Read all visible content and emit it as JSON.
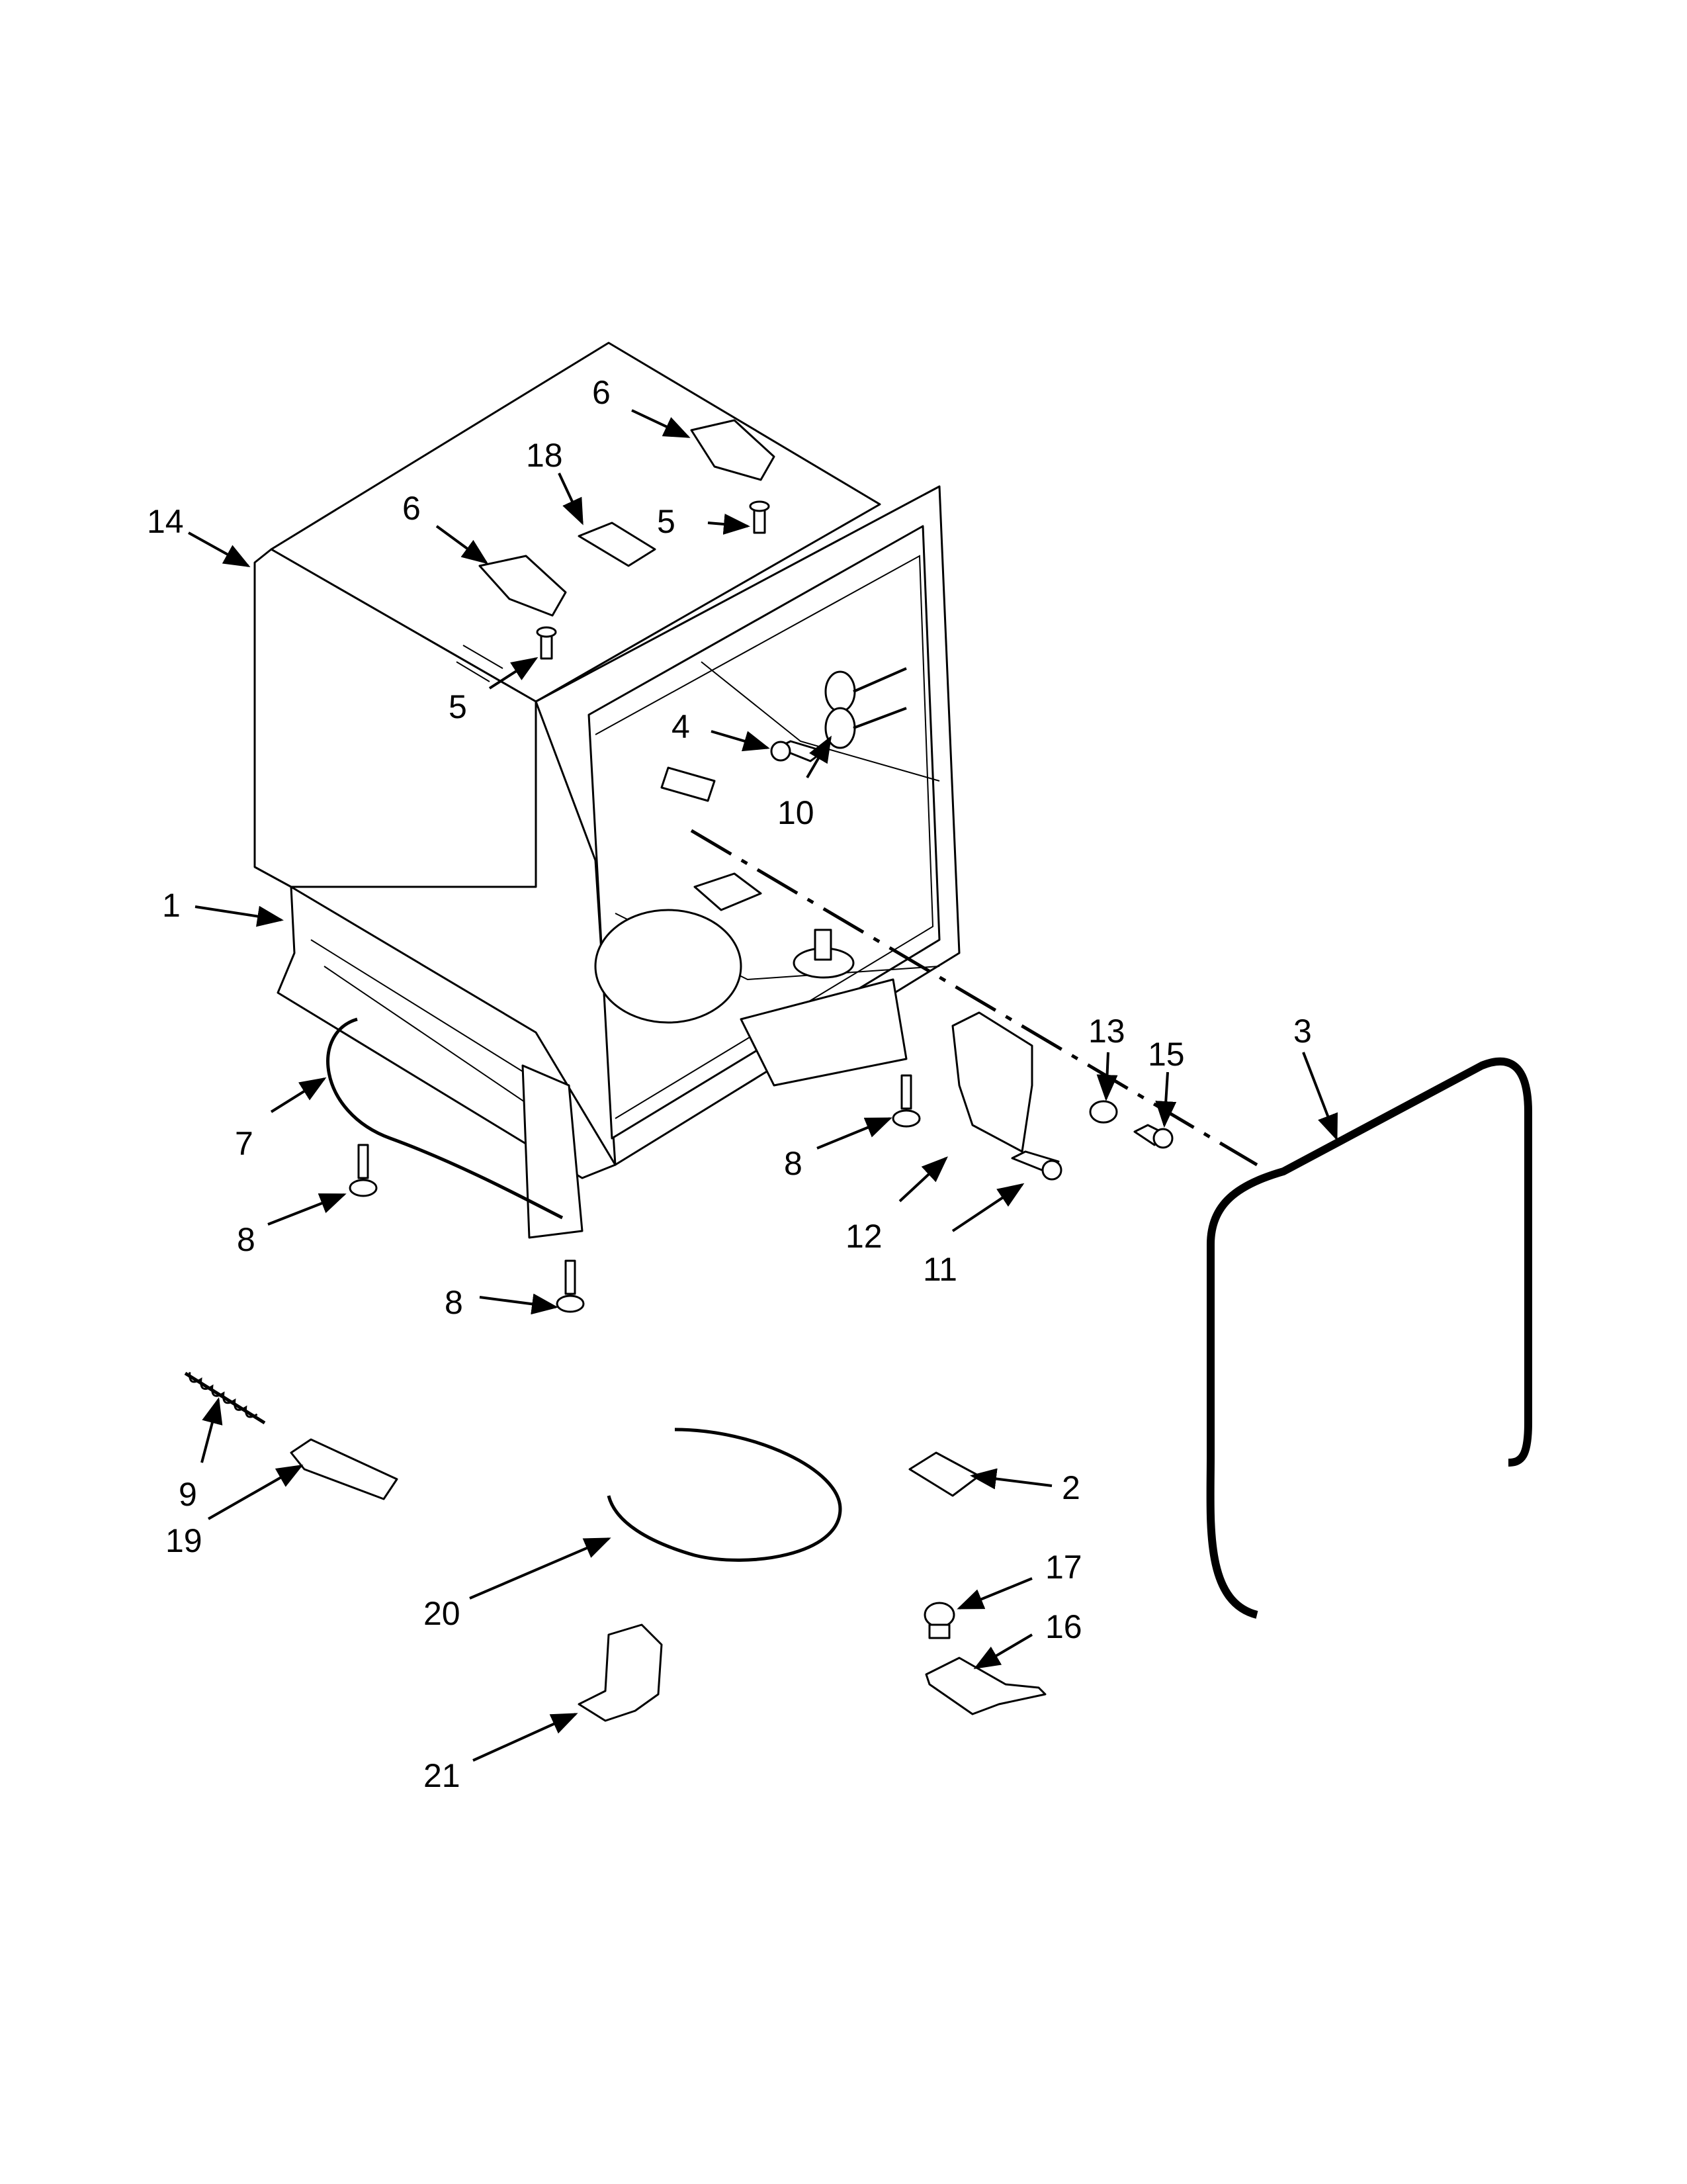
{
  "callouts": [
    {
      "id": "c14",
      "label": "14"
    },
    {
      "id": "c6a",
      "label": "6"
    },
    {
      "id": "c18",
      "label": "18"
    },
    {
      "id": "c6b",
      "label": "6"
    },
    {
      "id": "c5a",
      "label": "5"
    },
    {
      "id": "c5b",
      "label": "5"
    },
    {
      "id": "c4",
      "label": "4"
    },
    {
      "id": "c10",
      "label": "10"
    },
    {
      "id": "c1",
      "label": "1"
    },
    {
      "id": "c13",
      "label": "13"
    },
    {
      "id": "c3",
      "label": "3"
    },
    {
      "id": "c15",
      "label": "15"
    },
    {
      "id": "c7",
      "label": "7"
    },
    {
      "id": "c8a",
      "label": "8"
    },
    {
      "id": "c8b",
      "label": "8"
    },
    {
      "id": "c8c",
      "label": "8"
    },
    {
      "id": "c12",
      "label": "12"
    },
    {
      "id": "c11",
      "label": "11"
    },
    {
      "id": "c9",
      "label": "9"
    },
    {
      "id": "c19",
      "label": "19"
    },
    {
      "id": "c2",
      "label": "2"
    },
    {
      "id": "c20",
      "label": "20"
    },
    {
      "id": "c17",
      "label": "17"
    },
    {
      "id": "c16",
      "label": "16"
    },
    {
      "id": "c21",
      "label": "21"
    }
  ],
  "colors": {
    "ink": "#000000",
    "paper": "#ffffff"
  }
}
